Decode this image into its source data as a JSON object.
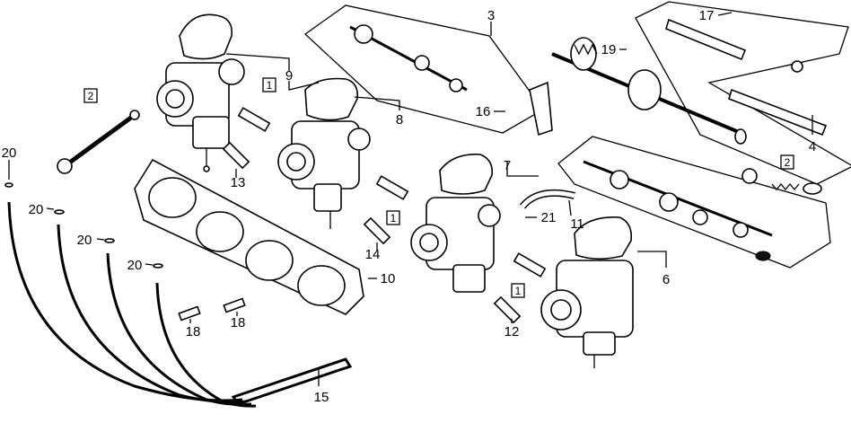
{
  "diagram": {
    "callouts": [
      {
        "id": "c3",
        "text": "3"
      },
      {
        "id": "c17",
        "text": "17"
      },
      {
        "id": "c9",
        "text": "9"
      },
      {
        "id": "c8",
        "text": "8"
      },
      {
        "id": "c19",
        "text": "19"
      },
      {
        "id": "c16",
        "text": "16"
      },
      {
        "id": "c4",
        "text": "4"
      },
      {
        "id": "c13",
        "text": "13"
      },
      {
        "id": "c7",
        "text": "7"
      },
      {
        "id": "c20a",
        "text": "20"
      },
      {
        "id": "c20b",
        "text": "20"
      },
      {
        "id": "c20c",
        "text": "20"
      },
      {
        "id": "c20d",
        "text": "20"
      },
      {
        "id": "c11",
        "text": "11"
      },
      {
        "id": "c21",
        "text": "21"
      },
      {
        "id": "c14",
        "text": "14"
      },
      {
        "id": "c10",
        "text": "10"
      },
      {
        "id": "c6",
        "text": "6"
      },
      {
        "id": "c12",
        "text": "12"
      },
      {
        "id": "c18a",
        "text": "18"
      },
      {
        "id": "c18b",
        "text": "18"
      },
      {
        "id": "c15",
        "text": "15"
      }
    ],
    "boxed_labels": [
      {
        "id": "b2a",
        "text": "2"
      },
      {
        "id": "b1a",
        "text": "1"
      },
      {
        "id": "b1b",
        "text": "1"
      },
      {
        "id": "b1c",
        "text": "1"
      },
      {
        "id": "b2b",
        "text": "2"
      }
    ]
  }
}
